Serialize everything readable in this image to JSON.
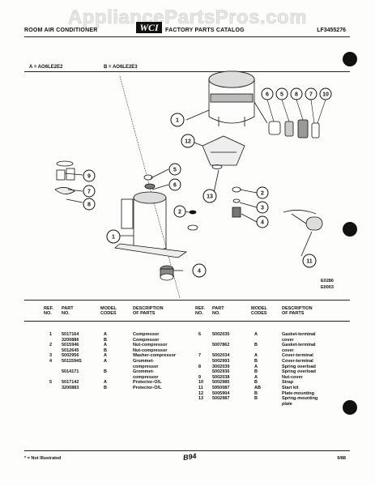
{
  "watermark": "AppliancePartsPros.com",
  "header": {
    "left": "ROOM AIR CONDITIONER",
    "logo": "WCI",
    "center": "FACTORY PARTS CATALOG",
    "right": "LF3455276"
  },
  "models": {
    "a": "A = AO6LE2E2",
    "b": "B = AO6LE2E3"
  },
  "callouts": [
    "1",
    "2",
    "3",
    "4",
    "5",
    "6",
    "7",
    "8",
    "9",
    "10",
    "11",
    "12",
    "13"
  ],
  "figure_codes": [
    "E0286",
    "E0003"
  ],
  "table": {
    "headers": {
      "ref_no": [
        "REF.",
        "NO."
      ],
      "part_no": [
        "PART",
        "NO."
      ],
      "model_codes": [
        "MODEL",
        "CODES"
      ],
      "description": [
        "DESCRIPTION",
        "OF PARTS"
      ]
    },
    "left_rows": [
      {
        "ref": "1",
        "part": "5017164",
        "code": "A",
        "desc": "Compressor"
      },
      {
        "ref": "",
        "part": "3200886",
        "code": "B",
        "desc": "Compressor"
      },
      {
        "ref": "2",
        "part": "5015946",
        "code": "A",
        "desc": "Nut-compressor"
      },
      {
        "ref": "",
        "part": "5012645",
        "code": "B",
        "desc": "Nut-compressor"
      },
      {
        "ref": "3",
        "part": "5002956",
        "code": "A",
        "desc": "Washer-compressor"
      },
      {
        "ref": "4",
        "part": "5011594S",
        "code": "A",
        "desc": "Grommet-"
      },
      {
        "ref": "",
        "part": "",
        "code": "",
        "desc": "compressor"
      },
      {
        "ref": "",
        "part": "5014171",
        "code": "B",
        "desc": "Grommet-"
      },
      {
        "ref": "",
        "part": "",
        "code": "",
        "desc": "compressor"
      },
      {
        "ref": "5",
        "part": "5017142",
        "code": "A",
        "desc": "Protector-O/L"
      },
      {
        "ref": "",
        "part": "3200883",
        "code": "B",
        "desc": "Protector-O/L"
      }
    ],
    "right_rows": [
      {
        "ref": "6",
        "part": "5002035",
        "code": "A",
        "desc": "Gasket-terminal"
      },
      {
        "ref": "",
        "part": "",
        "code": "",
        "desc": "cover"
      },
      {
        "ref": "",
        "part": "5007862",
        "code": "B",
        "desc": "Gasket-terminal"
      },
      {
        "ref": "",
        "part": "",
        "code": "",
        "desc": "cover"
      },
      {
        "ref": "7",
        "part": "5002034",
        "code": "A",
        "desc": "Cover-terminal"
      },
      {
        "ref": "",
        "part": "5002993",
        "code": "B",
        "desc": "Cover-terminal"
      },
      {
        "ref": "8",
        "part": "3002039",
        "code": "A",
        "desc": "Spring overload"
      },
      {
        "ref": "",
        "part": "5002936",
        "code": "B",
        "desc": "Spring overload"
      },
      {
        "ref": "9",
        "part": "5002038",
        "code": "A",
        "desc": "Nut-cover"
      },
      {
        "ref": "10",
        "part": "5002985",
        "code": "B",
        "desc": "Strap"
      },
      {
        "ref": "11",
        "part": "5950087",
        "code": "AB",
        "desc": "Start kit"
      },
      {
        "ref": "12",
        "part": "5005904",
        "code": "B",
        "desc": "Plate-mounting"
      },
      {
        "ref": "13",
        "part": "5002987",
        "code": "B",
        "desc": "Spring-mounting"
      },
      {
        "ref": "",
        "part": "",
        "code": "",
        "desc": "plate"
      }
    ]
  },
  "footer": {
    "note": "* = Not Illustrated",
    "page": "B94",
    "date": "9/88"
  }
}
